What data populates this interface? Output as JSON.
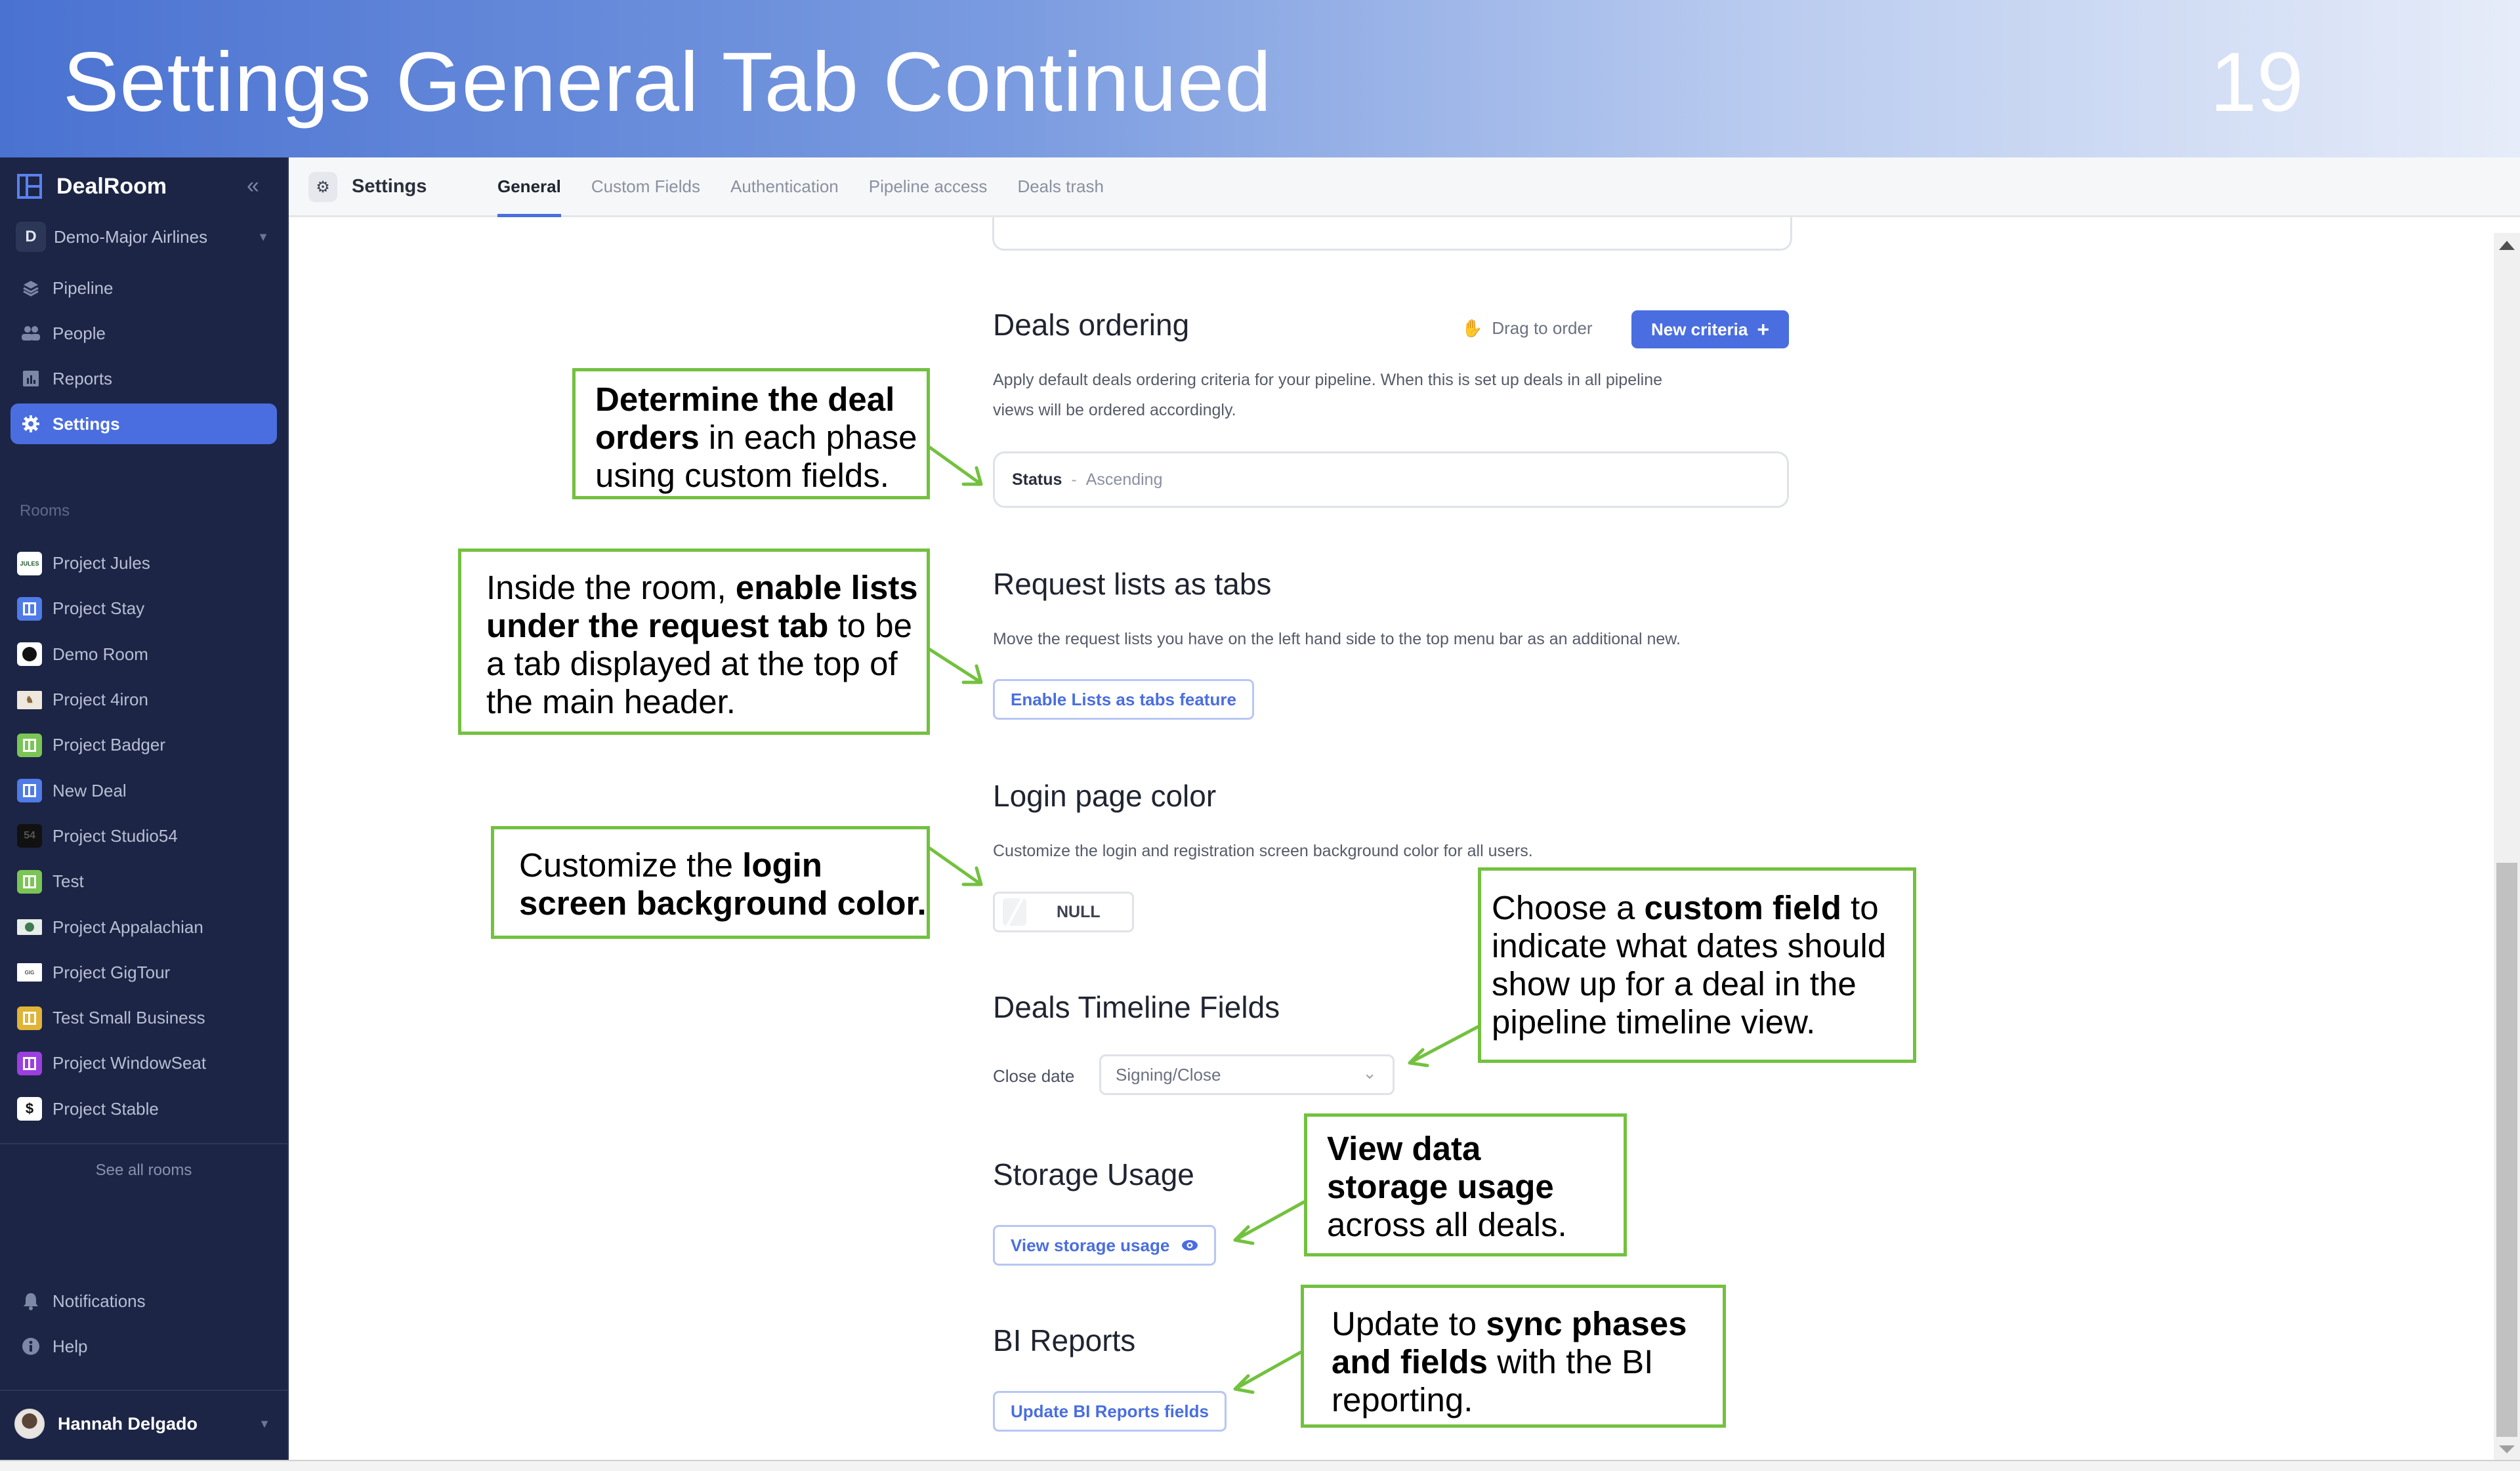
{
  "slide": {
    "title": "Settings General Tab Continued",
    "page_number": "19"
  },
  "sidebar": {
    "brand": "DealRoom",
    "collapse_icon": "double-chevron-left-icon",
    "org": {
      "badge": "D",
      "name": "Demo-Major Airlines"
    },
    "nav": [
      {
        "label": "Pipeline",
        "icon": "layers-icon"
      },
      {
        "label": "People",
        "icon": "people-icon"
      },
      {
        "label": "Reports",
        "icon": "bar-chart-icon"
      },
      {
        "label": "Settings",
        "icon": "gear-icon",
        "active": true
      }
    ],
    "rooms_label": "Rooms",
    "rooms": [
      {
        "name": "Project Jules",
        "icon": "JULES",
        "color": "#ffffff"
      },
      {
        "name": "Project Stay",
        "icon": "template",
        "color": "#4f7be8"
      },
      {
        "name": "Demo Room",
        "icon": "DEMO",
        "color": "#ffffff"
      },
      {
        "name": "Project 4iron",
        "icon": "image",
        "color": "#efe8dc"
      },
      {
        "name": "Project Badger",
        "icon": "template",
        "color": "#7ac555"
      },
      {
        "name": "New Deal",
        "icon": "template",
        "color": "#4f7be8"
      },
      {
        "name": "Project Studio54",
        "icon": "54",
        "color": "#111111"
      },
      {
        "name": "Test",
        "icon": "template",
        "color": "#7ac555"
      },
      {
        "name": "Project Appalachian",
        "icon": "image",
        "color": "#e8eee9"
      },
      {
        "name": "Project GigTour",
        "icon": "image",
        "color": "#ffffff"
      },
      {
        "name": "Test Small Business",
        "icon": "template",
        "color": "#e0b437"
      },
      {
        "name": "Project WindowSeat",
        "icon": "template",
        "color": "#9b3fe0"
      },
      {
        "name": "Project Stable",
        "icon": "$",
        "color": "#ffffff"
      }
    ],
    "see_all": "See all rooms",
    "bottom_nav": [
      {
        "label": "Notifications",
        "icon": "bell-icon"
      },
      {
        "label": "Help",
        "icon": "info-icon"
      }
    ],
    "user": {
      "name": "Hannah Delgado"
    }
  },
  "topbar": {
    "title": "Settings",
    "tabs": [
      {
        "label": "General",
        "active": true
      },
      {
        "label": "Custom Fields"
      },
      {
        "label": "Authentication"
      },
      {
        "label": "Pipeline access"
      },
      {
        "label": "Deals trash"
      }
    ]
  },
  "sections": {
    "deals_ordering": {
      "title": "Deals ordering",
      "drag_hint": "Drag to order",
      "new_criteria": "New criteria",
      "new_criteria_icon": "+",
      "description_line1": "Apply default deals ordering criteria for your pipeline. When this is set up deals in all pipeline",
      "description_line2": "views will be ordered accordingly.",
      "criteria": {
        "field": "Status",
        "separator": "-",
        "direction": "Ascending"
      }
    },
    "request_lists": {
      "title": "Request lists as tabs",
      "description": "Move the request lists you have on the left hand side to the top menu bar as an additional new.",
      "button": "Enable Lists as tabs feature"
    },
    "login_color": {
      "title": "Login page color",
      "description": "Customize the login and registration screen background color for all users.",
      "value": "NULL"
    },
    "timeline": {
      "title": "Deals Timeline Fields",
      "field_label": "Close date",
      "selected": "Signing/Close"
    },
    "storage": {
      "title": "Storage Usage",
      "button": "View storage usage"
    },
    "bi": {
      "title": "BI Reports",
      "button": "Update BI Reports fields"
    }
  },
  "callouts": {
    "ordering": {
      "bold1": "Determine the deal orders",
      "rest1": " in each phase using custom fields."
    },
    "request": {
      "pre": "Inside the room, ",
      "bold": "enable lists under the request tab",
      "post": " to be a tab displayed at the top of the main header."
    },
    "login": {
      "pre": "Customize the ",
      "bold": "login screen background color."
    },
    "timeline": {
      "pre": "Choose a ",
      "bold": "custom field",
      "post": " to indicate what dates should show up for a deal in the pipeline timeline view."
    },
    "storage": {
      "bold": "View data storage usage",
      "post": " across all deals."
    },
    "bi": {
      "pre": "Update to ",
      "bold": "sync phases and fields",
      "post": " with the BI reporting."
    }
  },
  "colors": {
    "accent": "#4a6ee0",
    "sidebar_bg": "#1c2545",
    "callout_border": "#73c13f"
  }
}
